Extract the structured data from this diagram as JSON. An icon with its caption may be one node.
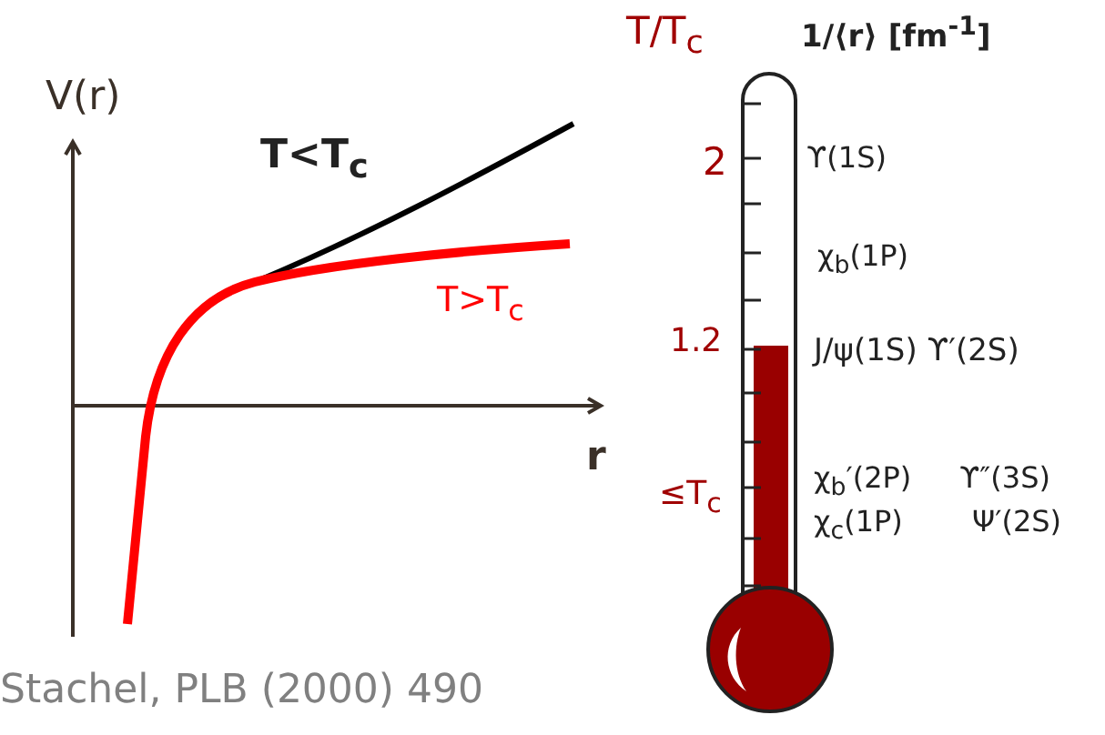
{
  "diagram": {
    "labels": [
      "V(r)",
      "T/T$_{c}$",
      "1/⟨r⟩ [fm$^{-1}$]",
      "T<T$_{c}$",
      "2",
      "ϒ(1S)",
      "χ$_{b}$(1P)",
      "T>T$_{c}$",
      "1.2",
      "J/ψ(1S) ϒ′(2S)",
      "r",
      "≤T$_{c}$",
      "χ$_{b}$′(2P)",
      "ϒ″(3S)",
      "χ$_{c}$(1P)",
      "Ψ′(2S)",
      "Stachel, PLB (2000) 490"
    ]
  }
}
